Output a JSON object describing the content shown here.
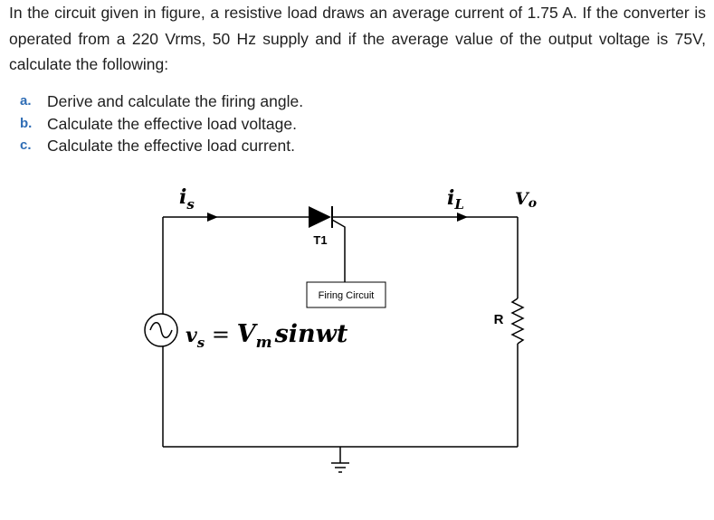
{
  "problem": {
    "intro": "In the circuit given in figure, a resistive load draws an average current of 1.75 A. If the converter is operated from a 220 Vrms, 50 Hz supply and if the average value of the output voltage is 75V, calculate the following:",
    "items": [
      {
        "marker": "a.",
        "text": "Derive and calculate the firing angle."
      },
      {
        "marker": "b.",
        "text": "Calculate the effective load voltage."
      },
      {
        "marker": "c.",
        "text": "Calculate the effective load current."
      }
    ]
  },
  "circuit": {
    "is_main": "i",
    "is_sub": "s",
    "il_main": "i",
    "il_sub": "L",
    "vo_main": "V",
    "vo_sub": "o",
    "thyristor_label": "T1",
    "firing_label": "Firing Circuit",
    "resistor_label": "R",
    "source_eq": {
      "v": "v",
      "v_sub": "s",
      "eq": " = ",
      "V": "V",
      "m": "m",
      "rest": "sinwt"
    }
  }
}
